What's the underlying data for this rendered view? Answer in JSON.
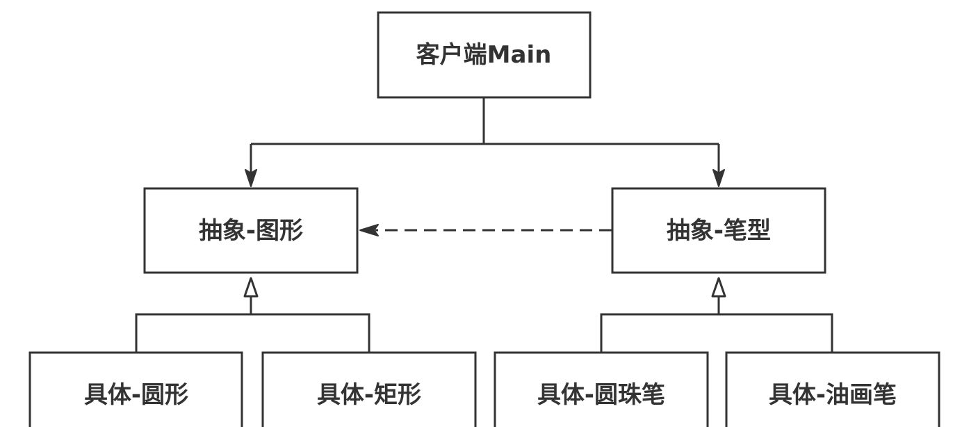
{
  "diagram": {
    "nodes": {
      "client": "客户端Main",
      "abstract_shape": "抽象-图形",
      "abstract_pen": "抽象-笔型",
      "concrete_circle": "具体-圆形",
      "concrete_rect": "具体-矩形",
      "concrete_ballpen": "具体-圆珠笔",
      "concrete_oilpen": "具体-油画笔"
    },
    "edges": [
      {
        "from": "client",
        "to": "abstract_shape",
        "style": "solid-arrow"
      },
      {
        "from": "client",
        "to": "abstract_pen",
        "style": "solid-arrow"
      },
      {
        "from": "abstract_pen",
        "to": "abstract_shape",
        "style": "dashed-arrow"
      },
      {
        "from": "concrete_circle",
        "to": "abstract_shape",
        "style": "hollow-triangle"
      },
      {
        "from": "concrete_rect",
        "to": "abstract_shape",
        "style": "hollow-triangle"
      },
      {
        "from": "concrete_ballpen",
        "to": "abstract_pen",
        "style": "hollow-triangle"
      },
      {
        "from": "concrete_oilpen",
        "to": "abstract_pen",
        "style": "hollow-triangle"
      }
    ],
    "colors": {
      "stroke": "#333333",
      "text": "#333333",
      "background": "#ffffff"
    }
  }
}
